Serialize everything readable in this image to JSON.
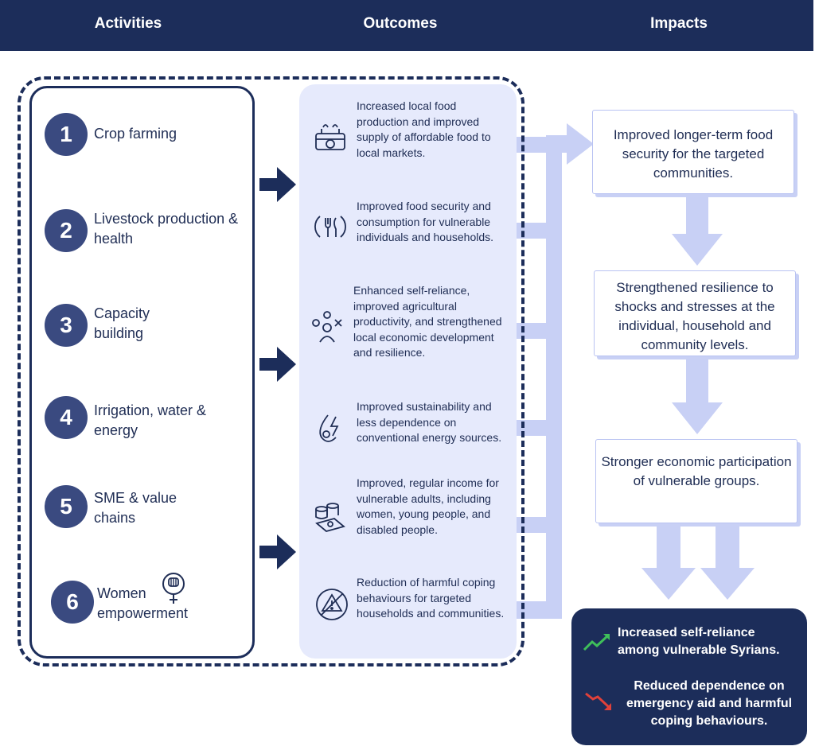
{
  "header": {
    "activities": "Activities",
    "outcomes": "Outcomes",
    "impacts": "Impacts"
  },
  "activities": [
    {
      "num": "1",
      "label": "Crop farming"
    },
    {
      "num": "2",
      "label": "Livestock production & health"
    },
    {
      "num": "3",
      "label": "Capacity building"
    },
    {
      "num": "4",
      "label": "Irrigation, water & energy"
    },
    {
      "num": "5",
      "label": "SME & value chains"
    },
    {
      "num": "6",
      "label": "Women empowerment"
    }
  ],
  "outcomes": [
    {
      "icon": "food-production-icon",
      "text": "Increased local food production and improved supply of affordable food to local markets."
    },
    {
      "icon": "fork-knife-icon",
      "text": "Improved food security and consumption for vulnerable individuals and households."
    },
    {
      "icon": "capacity-person-icon",
      "text": "Enhanced self-reliance, improved agricultural productivity, and strengthened local economic development and resilience."
    },
    {
      "icon": "energy-drop-icon",
      "text": "Improved sustainability and less dependence on conventional energy sources."
    },
    {
      "icon": "money-coins-icon",
      "text": "Improved, regular income for vulnerable adults, including women, young people, and disabled people."
    },
    {
      "icon": "warning-prohibited-icon",
      "text": "Reduction of harmful coping behaviours for targeted households and communities."
    }
  ],
  "impacts": [
    "Improved longer-term food security for the targeted communities.",
    "Strengthened resilience to shocks and stresses at the individual, household and community levels.",
    "Stronger economic participation of vulnerable groups."
  ],
  "final": [
    {
      "icon": "trend-up-icon",
      "color": "#3fbf5a",
      "text": "Increased self-reliance among vulnerable Syrians."
    },
    {
      "icon": "trend-down-icon",
      "color": "#e0413a",
      "text": "Reduced dependence on emergency aid and harmful coping behaviours."
    }
  ],
  "colors": {
    "navy": "#1c2d5a",
    "light_blue": "#c8d0f5",
    "panel": "#e6eafc"
  }
}
